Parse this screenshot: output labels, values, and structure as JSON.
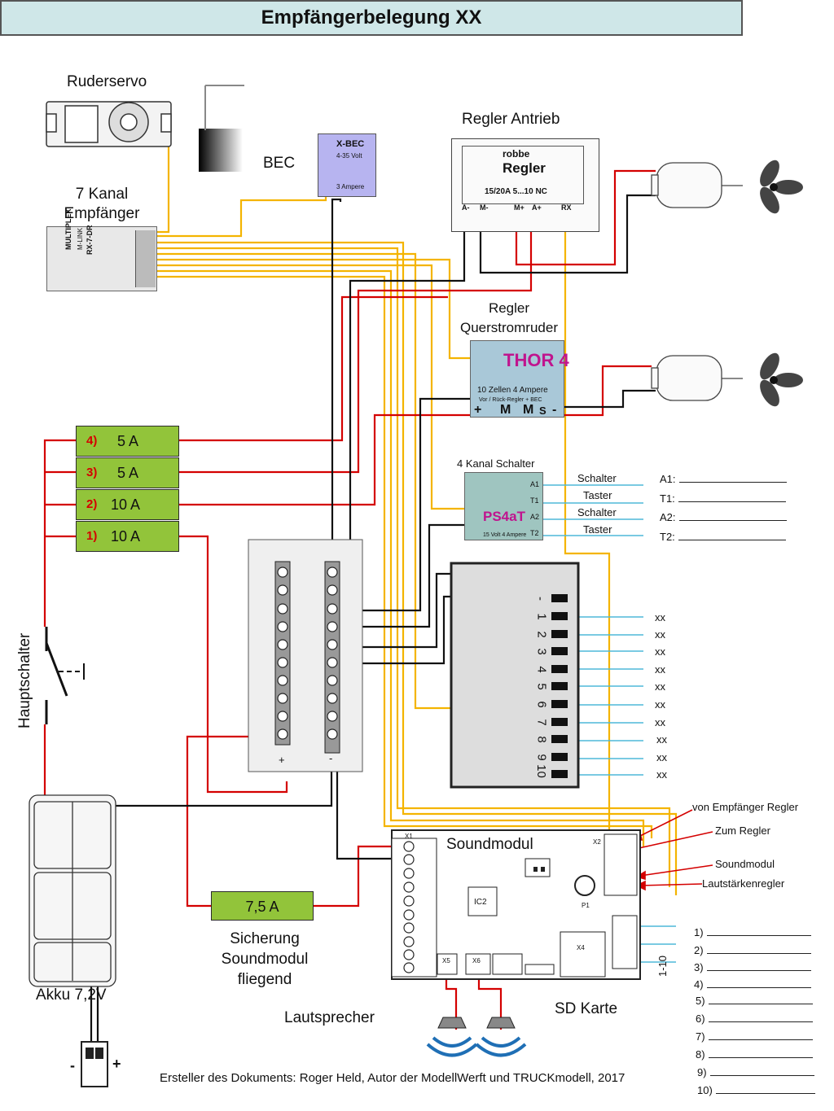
{
  "title": "Empfängerbelegung XX",
  "labels": {
    "ruderservo": "Ruderservo",
    "bec": "BEC",
    "receiver_line1": "7 Kanal",
    "receiver_line2": "Empfänger",
    "regler_antrieb": "Regler Antrieb",
    "regler_quer_line1": "Regler",
    "regler_quer_line2": "Querstromruder",
    "four_channel_switch": "4 Kanal Schalter",
    "hauptschalter": "Hauptschalter",
    "akku": "Akku 7,2V",
    "soundmodul": "Soundmodul",
    "sd_karte": "SD Karte",
    "lautsprecher": "Lautsprecher",
    "sicherung_line1": "Sicherung",
    "sicherung_line2": "Soundmodul",
    "sicherung_line3": "fliegend",
    "plus": "+",
    "minus": "-",
    "range": "1-10",
    "credit": "Ersteller des Dokuments: Roger Held, Autor der ModellWerft und TRUCKmodell, 2017"
  },
  "device_text": {
    "xbec_title": "X-BEC",
    "xbec_sub": "4-35 Volt",
    "xbec_amp": "3 Ampere",
    "robbe_brand": "robbe",
    "robbe_name": "Regler",
    "robbe_spec": "15/20A 5...10 NC",
    "robbe_pins": [
      "A-",
      "M-",
      "M+",
      "A+",
      "RX"
    ],
    "thor_name": "THOR 4",
    "thor_spec1": "10 Zellen  4 Ampere",
    "thor_spec2": "Vor / Rück-Regler + BEC",
    "thor_pins": [
      "+",
      "M",
      "M",
      "S",
      "-"
    ],
    "ps4at_name": "PS4aT",
    "ps4at_pins": [
      "A1",
      "T1",
      "A2",
      "T2"
    ],
    "ps4at_spec": "15 Volt  4 Ampere",
    "rx_name": "RX-7-DR",
    "rx_brand": "MULTIPLEX",
    "rx_link": "M-LINK",
    "sound_chip": "IC2",
    "sound_x1": "X1",
    "sound_x2": "X2",
    "sound_x4": "X4",
    "sound_x5": "X5",
    "sound_x6": "X6",
    "sound_p1": "P1"
  },
  "fuses": [
    {
      "num": "4)",
      "value": "5 A"
    },
    {
      "num": "3)",
      "value": "5 A"
    },
    {
      "num": "2)",
      "value": "10 A"
    },
    {
      "num": "1)",
      "value": "10 A"
    }
  ],
  "sound_fuse": "7,5 A",
  "switch_rows": [
    {
      "type": "Schalter",
      "blank": "A1:"
    },
    {
      "type": "Taster",
      "blank": "T1:"
    },
    {
      "type": "Schalter",
      "blank": "A2:"
    },
    {
      "type": "Taster",
      "blank": "T2:"
    }
  ],
  "multi_channels": [
    "-",
    "1",
    "2",
    "3",
    "4",
    "5",
    "6",
    "7",
    "8",
    "9",
    "10"
  ],
  "xx_labels": [
    "xx",
    "xx",
    "xx",
    "xx",
    "xx",
    "xx",
    "xx",
    "xx",
    "xx",
    "xx"
  ],
  "sound_annotations": [
    "von Empfänger Regler",
    "Zum Regler",
    "Soundmodul",
    "Lautstärkenregler"
  ],
  "numbered_list": [
    "1)",
    "2)",
    "3)",
    "4)",
    "5)",
    "6)",
    "7)",
    "8)",
    "9)",
    "10)"
  ],
  "colors": {
    "yellow_wire": "#f4b400",
    "red_wire": "#d40000",
    "blue_wire": "#4fb8d9",
    "fuse_green": "#92c43a",
    "title_bg": "#cfe7e8"
  }
}
